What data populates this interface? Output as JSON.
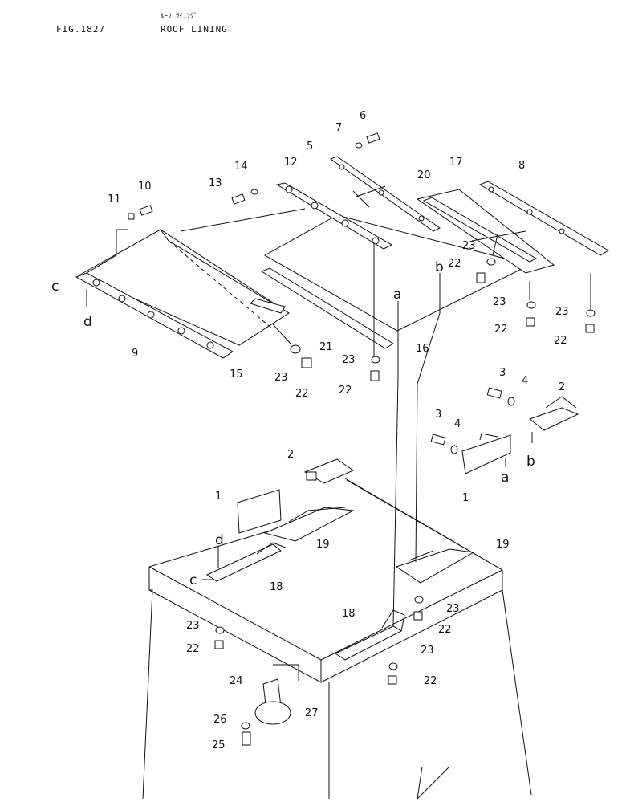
{
  "header": {
    "figure_number": "FIG.1827",
    "title_japanese": "ﾙｰﾌ ﾗｲﾆﾝｸﾞ",
    "title": "ROOF LINING"
  },
  "part_numbers": [
    "1",
    "2",
    "3",
    "4",
    "5",
    "6",
    "7",
    "8",
    "9",
    "10",
    "11",
    "12",
    "13",
    "14",
    "15",
    "16",
    "17",
    "18",
    "19",
    "20",
    "21",
    "22",
    "23",
    "24",
    "25",
    "26",
    "27"
  ],
  "reference_letters": [
    "a",
    "b",
    "c",
    "d"
  ],
  "callouts": [
    {
      "id": "c1",
      "text": "6"
    },
    {
      "id": "c2",
      "text": "7"
    },
    {
      "id": "c3",
      "text": "5"
    },
    {
      "id": "c4",
      "text": "14"
    },
    {
      "id": "c5",
      "text": "12"
    },
    {
      "id": "c6",
      "text": "13"
    },
    {
      "id": "c7",
      "text": "10"
    },
    {
      "id": "c8",
      "text": "11"
    },
    {
      "id": "c9",
      "text": "20"
    },
    {
      "id": "c10",
      "text": "17"
    },
    {
      "id": "c11",
      "text": "8"
    },
    {
      "id": "c12",
      "text": "23"
    },
    {
      "id": "c13",
      "text": "22"
    },
    {
      "id": "c14",
      "text": "23"
    },
    {
      "id": "c15",
      "text": "22"
    },
    {
      "id": "c16",
      "text": "23"
    },
    {
      "id": "c17",
      "text": "22"
    },
    {
      "id": "c18",
      "text": "9"
    },
    {
      "id": "c19",
      "text": "15"
    },
    {
      "id": "c20",
      "text": "21"
    },
    {
      "id": "c21",
      "text": "16"
    },
    {
      "id": "c22",
      "text": "23"
    },
    {
      "id": "c23",
      "text": "22"
    },
    {
      "id": "c24",
      "text": "23"
    },
    {
      "id": "c25",
      "text": "22"
    },
    {
      "id": "c26",
      "text": "3"
    },
    {
      "id": "c27",
      "text": "4"
    },
    {
      "id": "c28",
      "text": "2"
    },
    {
      "id": "c29",
      "text": "3"
    },
    {
      "id": "c30",
      "text": "4"
    },
    {
      "id": "c31",
      "text": "1"
    },
    {
      "id": "c32",
      "text": "2"
    },
    {
      "id": "c33",
      "text": "1"
    },
    {
      "id": "c34",
      "text": "19"
    },
    {
      "id": "c35",
      "text": "19"
    },
    {
      "id": "c36",
      "text": "18"
    },
    {
      "id": "c37",
      "text": "23"
    },
    {
      "id": "c38",
      "text": "22"
    },
    {
      "id": "c39",
      "text": "23"
    },
    {
      "id": "c40",
      "text": "22"
    },
    {
      "id": "c41",
      "text": "18"
    },
    {
      "id": "c42",
      "text": "23"
    },
    {
      "id": "c43",
      "text": "22"
    },
    {
      "id": "c44",
      "text": "24"
    },
    {
      "id": "c45",
      "text": "27"
    },
    {
      "id": "c46",
      "text": "26"
    },
    {
      "id": "c47",
      "text": "25"
    }
  ],
  "letters": [
    {
      "id": "l1",
      "text": "c"
    },
    {
      "id": "l2",
      "text": "d"
    },
    {
      "id": "l3",
      "text": "a"
    },
    {
      "id": "l4",
      "text": "b"
    },
    {
      "id": "l5",
      "text": "b"
    },
    {
      "id": "l6",
      "text": "a"
    },
    {
      "id": "l7",
      "text": "d"
    },
    {
      "id": "l8",
      "text": "c"
    }
  ]
}
